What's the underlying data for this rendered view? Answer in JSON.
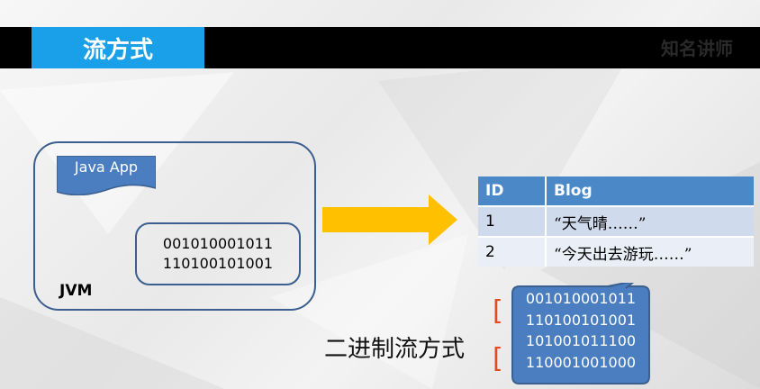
{
  "header": {
    "title": "流方式",
    "watermark": "知名讲师"
  },
  "jvm": {
    "label": "JVM",
    "app_label": "Java App",
    "binary_lines": [
      "001010001011",
      "110100101001"
    ]
  },
  "table": {
    "headers": [
      "ID",
      "Blog"
    ],
    "rows": [
      [
        "1",
        "“天气晴……”"
      ],
      [
        "2",
        "“今天出去游玩……”"
      ]
    ]
  },
  "bubble": {
    "lines": [
      "001010001011",
      "110100101001",
      "101001011100",
      "110001001000"
    ]
  },
  "caption": "二进制流方式",
  "colors": {
    "accent_blue": "#1aa0e8",
    "arrow": "#ffc000",
    "box_border": "#3b5f8e",
    "table_header": "#4a88c7",
    "brace": "#e8491c"
  }
}
